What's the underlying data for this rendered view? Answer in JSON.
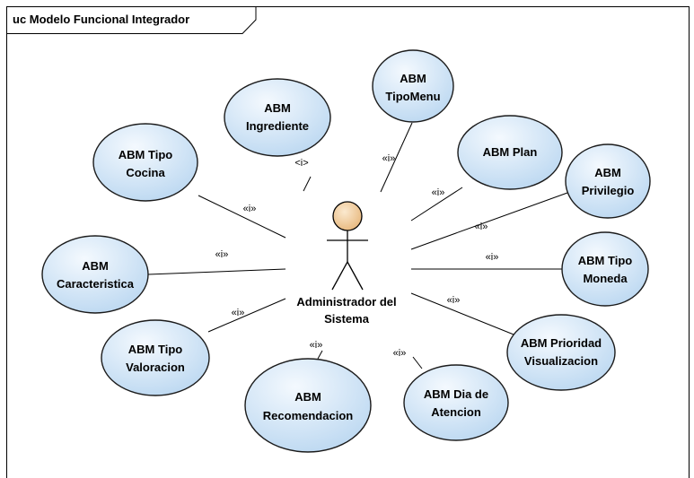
{
  "frame": {
    "title": "uc Modelo Funcional Integrador"
  },
  "actor": {
    "name_line1": "Administrador del",
    "name_line2": "Sistema"
  },
  "stereotypes": {
    "include": "«i»",
    "ingrediente": "<i>"
  },
  "use_cases": {
    "ingrediente": {
      "line1": "ABM",
      "line2": "Ingrediente"
    },
    "tipo_menu": {
      "line1": "ABM",
      "line2": "TipoMenu"
    },
    "tipo_cocina": {
      "line1": "ABM Tipo",
      "line2": "Cocina"
    },
    "plan": {
      "line1": "ABM Plan"
    },
    "privilegio": {
      "line1": "ABM",
      "line2": "Privilegio"
    },
    "caracteristica": {
      "line1": "ABM",
      "line2": "Caracteristica"
    },
    "tipo_moneda": {
      "line1": "ABM Tipo",
      "line2": "Moneda"
    },
    "tipo_valoracion": {
      "line1": "ABM Tipo",
      "line2": "Valoracion"
    },
    "prioridad_visualizacion": {
      "line1": "ABM Prioridad",
      "line2": "Visualizacion"
    },
    "recomendacion": {
      "line1": "ABM",
      "line2": "Recomendacion"
    },
    "dia_atencion": {
      "line1": "ABM Dia de",
      "line2": "Atencion"
    }
  },
  "colors": {
    "usecase_fill_light": "#f4f9fe",
    "usecase_fill_dark": "#bcd8f1",
    "actor_head_light": "#fbe9cf",
    "actor_head_dark": "#e7b77c",
    "line": "#000000"
  }
}
